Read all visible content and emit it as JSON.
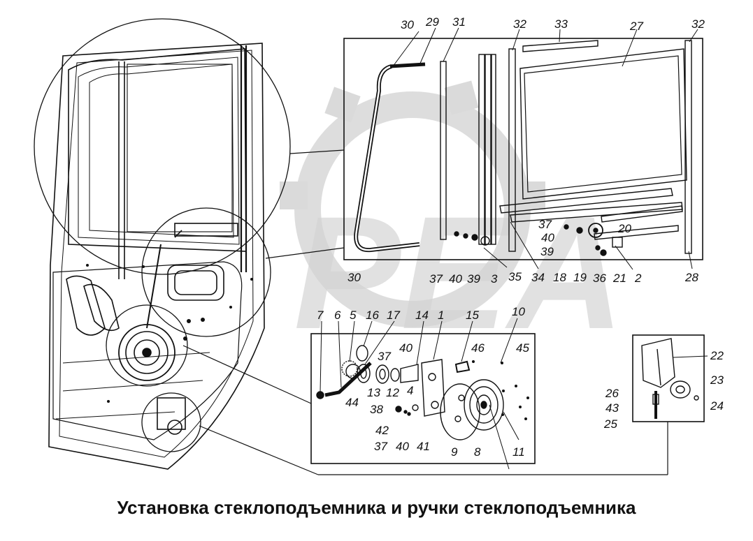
{
  "caption": "Установка стеклоподъемника и ручки стеклоподъемника",
  "watermark": {
    "letters": "РЕА",
    "color": "#d4d4d4"
  },
  "callouts": [
    {
      "id": "c-30a",
      "text": "30"
    },
    {
      "id": "c-29",
      "text": "29"
    },
    {
      "id": "c-31",
      "text": "31"
    },
    {
      "id": "c-32a",
      "text": "32"
    },
    {
      "id": "c-33",
      "text": "33"
    },
    {
      "id": "c-27",
      "text": "27"
    },
    {
      "id": "c-32b",
      "text": "32"
    },
    {
      "id": "c-37a",
      "text": "37"
    },
    {
      "id": "c-40a",
      "text": "40"
    },
    {
      "id": "c-20",
      "text": "20"
    },
    {
      "id": "c-39a",
      "text": "39"
    },
    {
      "id": "c-30b",
      "text": "30"
    },
    {
      "id": "c-37b",
      "text": "37"
    },
    {
      "id": "c-40b",
      "text": "40"
    },
    {
      "id": "c-39b",
      "text": "39"
    },
    {
      "id": "c-3",
      "text": "3"
    },
    {
      "id": "c-35",
      "text": "35"
    },
    {
      "id": "c-34",
      "text": "34"
    },
    {
      "id": "c-18",
      "text": "18"
    },
    {
      "id": "c-19",
      "text": "19"
    },
    {
      "id": "c-36",
      "text": "36"
    },
    {
      "id": "c-21",
      "text": "21"
    },
    {
      "id": "c-2",
      "text": "2"
    },
    {
      "id": "c-28",
      "text": "28"
    },
    {
      "id": "c-7",
      "text": "7"
    },
    {
      "id": "c-6",
      "text": "6"
    },
    {
      "id": "c-5",
      "text": "5"
    },
    {
      "id": "c-16",
      "text": "16"
    },
    {
      "id": "c-17",
      "text": "17"
    },
    {
      "id": "c-14",
      "text": "14"
    },
    {
      "id": "c-1",
      "text": "1"
    },
    {
      "id": "c-15",
      "text": "15"
    },
    {
      "id": "c-10",
      "text": "10"
    },
    {
      "id": "c-40c",
      "text": "40"
    },
    {
      "id": "c-46",
      "text": "46"
    },
    {
      "id": "c-45",
      "text": "45"
    },
    {
      "id": "c-37c",
      "text": "37"
    },
    {
      "id": "c-13",
      "text": "13"
    },
    {
      "id": "c-12",
      "text": "12"
    },
    {
      "id": "c-4",
      "text": "4"
    },
    {
      "id": "c-44",
      "text": "44"
    },
    {
      "id": "c-38",
      "text": "38"
    },
    {
      "id": "c-42",
      "text": "42"
    },
    {
      "id": "c-37d",
      "text": "37"
    },
    {
      "id": "c-40d",
      "text": "40"
    },
    {
      "id": "c-41",
      "text": "41"
    },
    {
      "id": "c-9",
      "text": "9"
    },
    {
      "id": "c-8",
      "text": "8"
    },
    {
      "id": "c-11",
      "text": "11"
    },
    {
      "id": "c-22",
      "text": "22"
    },
    {
      "id": "c-23",
      "text": "23"
    },
    {
      "id": "c-26",
      "text": "26"
    },
    {
      "id": "c-43",
      "text": "43"
    },
    {
      "id": "c-24",
      "text": "24"
    },
    {
      "id": "c-25",
      "text": "25"
    }
  ]
}
